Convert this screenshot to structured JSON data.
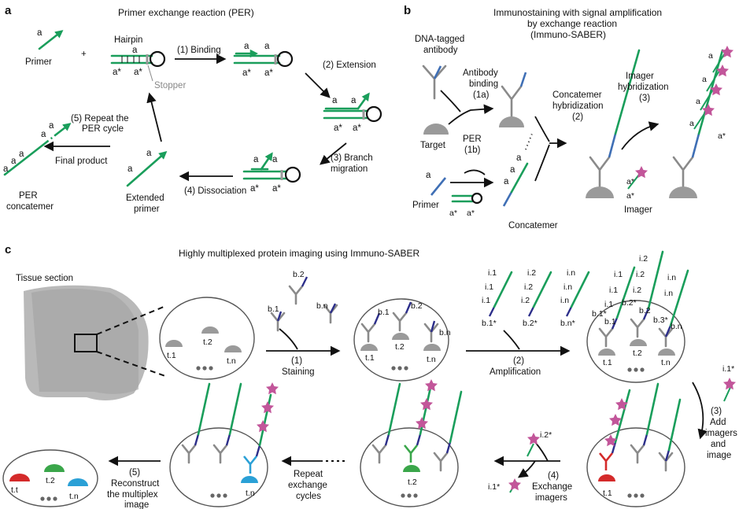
{
  "panels": {
    "a": {
      "label": "a",
      "title": "Primer exchange reaction (PER)",
      "primer_label": "Primer",
      "primer_strand": "a",
      "plus": "+",
      "hairpin_label": "Hairpin",
      "stopper_label": "Stopper",
      "domain_a": "a",
      "domain_a_star": "a*",
      "step1": "(1) Binding",
      "step2": "(2) Extension",
      "step3_line1": "(3) Branch",
      "step3_line2": "migration",
      "step4": "(4) Dissociation",
      "step5_line1": "(5) Repeat the",
      "step5_line2": "PER cycle",
      "final_product": "Final product",
      "concatemer_line1": "PER",
      "concatemer_line2": "concatemer",
      "extended_line1": "Extended",
      "extended_line2": "primer"
    },
    "b": {
      "label": "b",
      "title_line1": "Immunostaining with signal amplification",
      "title_line2": "by exchange reaction",
      "title_line3": "(Immuno-SABER)",
      "antibody_line1": "DNA-tagged",
      "antibody_line2": "antibody",
      "binding_line1": "Antibody",
      "binding_line2": "binding",
      "binding_line3": "(1a)",
      "target": "Target",
      "per_line1": "PER",
      "per_line2": "(1b)",
      "primer": "Primer",
      "concatemer": "Concatemer",
      "hyb_line1": "Concatemer",
      "hyb_line2": "hybridization",
      "hyb_line3": "(2)",
      "img_line1": "Imager",
      "img_line2": "hybridization",
      "img_line3": "(3)",
      "imager": "Imager",
      "domain_a": "a",
      "domain_a_star": "a*"
    },
    "c": {
      "label": "c",
      "title": "Highly multiplexed protein imaging using Immuno-SABER",
      "tissue_section": "Tissue section",
      "t1": "t.1",
      "t2": "t.2",
      "tn": "t.n",
      "tt": "t.t",
      "b1": "b.1",
      "b2": "b.2",
      "bn": "b.n",
      "b1s": "b.1*",
      "b2s": "b.2*",
      "bns": "b.n*",
      "b3s": "b.3*",
      "i1": "i.1",
      "i2": "i.2",
      "in": "i.n",
      "i1s": "i.1*",
      "i2s": "i.2*",
      "staining_step": "(1)",
      "staining": "Staining",
      "amp_step": "(2)",
      "amplification": "Amplification",
      "add_step": "(3)",
      "add_line1": "Add",
      "add_line2": "imagers",
      "add_line3": "and",
      "add_line4": "image",
      "exch_step": "(4)",
      "exch_line1": "Exchange",
      "exch_line2": "imagers",
      "repeat_line1": "Repeat",
      "repeat_line2": "exchange",
      "repeat_line3": "cycles",
      "recon_step": "(5)",
      "recon_line1": "Reconstruct",
      "recon_line2": "the multiplex",
      "recon_line3": "image"
    }
  },
  "colors": {
    "strand_green": "#1a9e5b",
    "primer_blue": "#3f6fb5",
    "barcode_navy": "#2c2e8a",
    "imager_magenta": "#c2569a",
    "target_red": "#d42a2a",
    "target_green": "#3aa64a",
    "target_cyan": "#2aa0d6",
    "antibody_grey": "#8a8a8a"
  }
}
